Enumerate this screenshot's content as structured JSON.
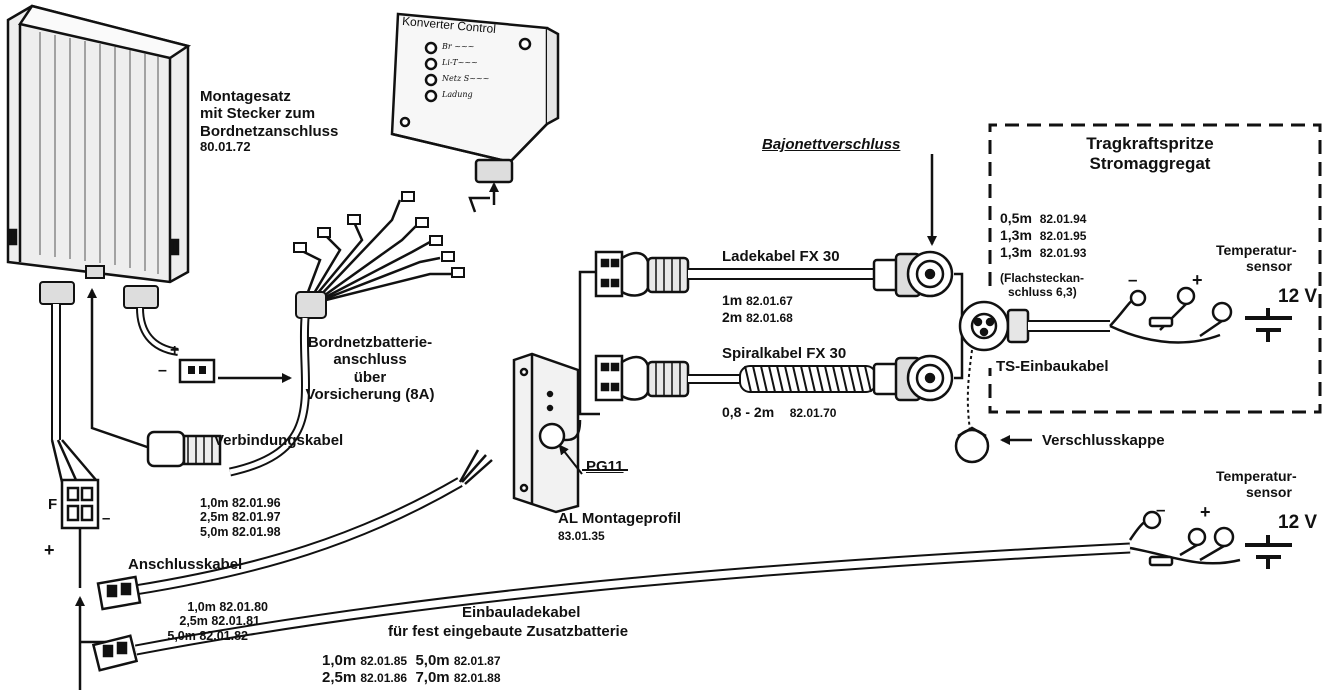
{
  "montagesatz": {
    "lines": [
      "Montagesatz",
      "mit Stecker zum",
      "Bordnetzanschluss"
    ],
    "code": "80.01.72"
  },
  "konverter": {
    "title": "Konverter Control",
    "leds": [
      "Br ~~~",
      "Li-T~~~",
      "Netz S~~~",
      "Ladung"
    ]
  },
  "bordnetz": {
    "lines": [
      "Bordnetzbatterie-",
      "anschluss",
      "über",
      "Vorsicherung (8A)"
    ],
    "plus": "+",
    "minus": "–"
  },
  "verbindungskabel": {
    "title": "Verbindungskabel",
    "codes": [
      "1,0m 82.01.96",
      "2,5m 82.01.97",
      "5,0m 82.01.98"
    ]
  },
  "anschlusskabel": {
    "title": "Anschlusskabel",
    "codes": [
      "1,0m 82.01.80",
      "2,5m 82.01.81",
      "5,0m 82.01.82"
    ]
  },
  "einbauladekabel": {
    "line1": "Einbauladekabel",
    "line2": "für fest eingebaute Zusatzbatterie",
    "codes": [
      {
        "len": "1,0m",
        "code": "82.01.85"
      },
      {
        "len": "2,5m",
        "code": "82.01.86"
      },
      {
        "len": "5,0m",
        "code": "82.01.87"
      },
      {
        "len": "7,0m",
        "code": "82.01.88"
      }
    ]
  },
  "fuse": {
    "f": "F",
    "plus": "+",
    "minus": "–"
  },
  "al_montageprofil": {
    "title": "AL Montageprofil",
    "code": "83.01.35"
  },
  "pg11": "PG11",
  "bajonett": "Bajonettverschluss",
  "ladekabel": {
    "title": "Ladekabel FX 30",
    "codes": [
      {
        "len": "1m",
        "code": "82.01.67"
      },
      {
        "len": "2m",
        "code": "82.01.68"
      }
    ]
  },
  "spiralkabel": {
    "title": "Spiralkabel FX 30",
    "code_len": "0,8 - 2m",
    "code": "82.01.70"
  },
  "tragkraft": {
    "line1": "Tragkraftspritze",
    "line2": "Stromaggregat"
  },
  "ts_codes": [
    {
      "len": "0,5m",
      "code": "82.01.94"
    },
    {
      "len": "1,3m",
      "code": "82.01.95"
    },
    {
      "len": "1,3m",
      "code": "82.01.93"
    }
  ],
  "flachstecker": [
    "(Flachsteckan-",
    "schluss 6,3)"
  ],
  "ts_einbaukabel": "TS-Einbaukabel",
  "verschlusskappe": "Verschlusskappe",
  "temp_sensor": [
    "Temperatur-",
    "sensor"
  ],
  "voltage": "12 V",
  "polarity": {
    "minus": "–",
    "plus": "+"
  }
}
